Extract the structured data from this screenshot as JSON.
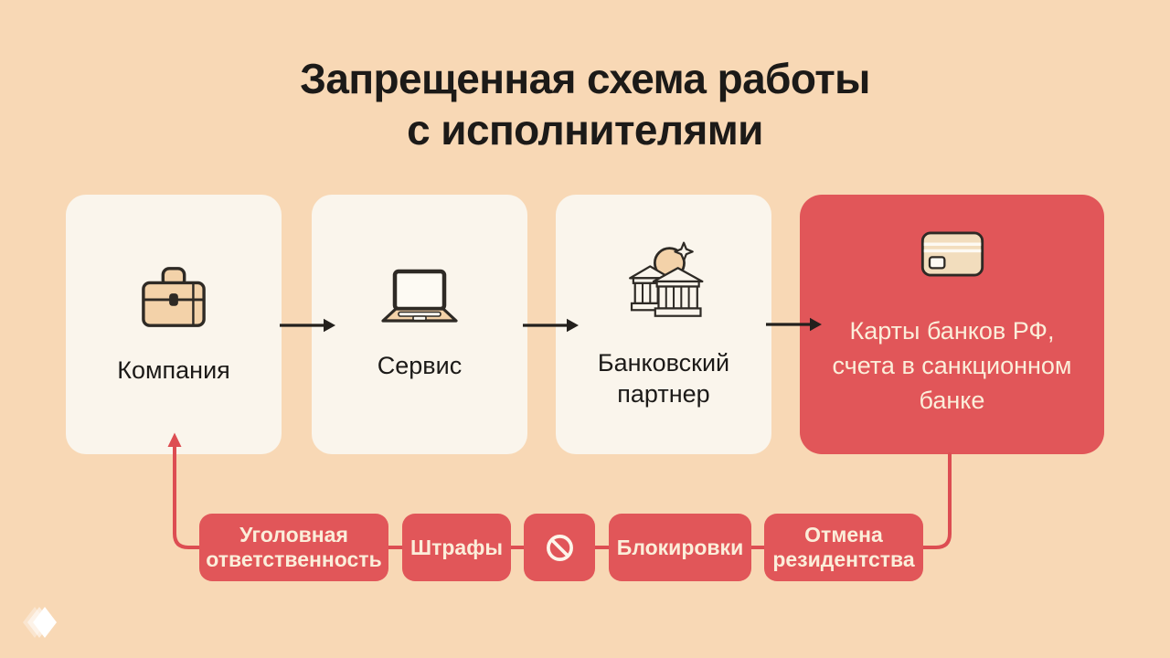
{
  "title": {
    "lines": [
      "Запрещенная схема работы",
      "с исполнителями"
    ]
  },
  "flow": {
    "cards": [
      {
        "icon": "briefcase-icon",
        "label": "Компания"
      },
      {
        "icon": "laptop-icon",
        "label": "Сервис"
      },
      {
        "icon": "bank-icon",
        "lines": [
          "Банковский",
          "партнер"
        ]
      },
      {
        "icon": "credit-card-icon",
        "lines": [
          "Карты банков РФ,",
          "счета в санкционном",
          "банке"
        ]
      }
    ],
    "arrows": [
      "arrow-right-icon",
      "arrow-right-icon",
      "arrow-right-icon"
    ]
  },
  "consequences": {
    "badges": [
      {
        "lines": [
          "Уголовная",
          "ответственность"
        ]
      },
      {
        "label": "Штрафы"
      },
      {
        "icon": "prohibition-icon"
      },
      {
        "label": "Блокировки"
      },
      {
        "lines": [
          "Отмена",
          "резидентства"
        ]
      }
    ]
  },
  "logo": "brand-diamond-logo",
  "colors": {
    "bg": "#f8d8b5",
    "card": "#faf5ec",
    "danger": "#e15659",
    "ink": "#1c1a18",
    "cream": "#fbeeda",
    "line": "#dd4d52",
    "outline": "#2e2a25",
    "fill": "#f3d2a9",
    "paper": "#fdfaf3"
  }
}
